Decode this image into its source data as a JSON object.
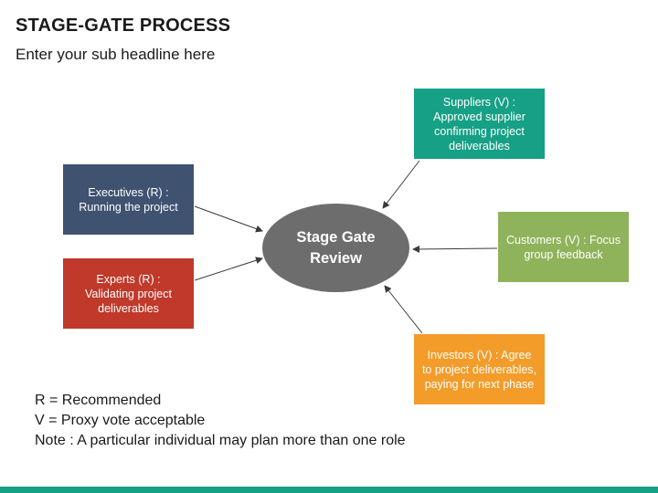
{
  "title": "STAGE-GATE PROCESS",
  "subtitle": "Enter your sub headline here",
  "center": {
    "label": "Stage Gate Review"
  },
  "boxes": {
    "executives": "Executives (R) : Running the project",
    "experts": "Experts (R) : Validating project deliverables",
    "suppliers": "Suppliers (V) : Approved supplier confirming project deliverables",
    "customers": "Customers (V) : Focus group feedback",
    "investors": "Investors (V) : Agree to project deliverables, paying for next phase"
  },
  "colors": {
    "executives": "#3f5270",
    "experts": "#c0392b",
    "suppliers": "#16a085",
    "customers": "#8fb35a",
    "investors": "#f39c2a",
    "center": "#6d6d6d",
    "footer": "#16a085"
  },
  "legend": [
    "R = Recommended",
    "V = Proxy vote acceptable",
    "Note : A particular individual may plan more than one role"
  ]
}
